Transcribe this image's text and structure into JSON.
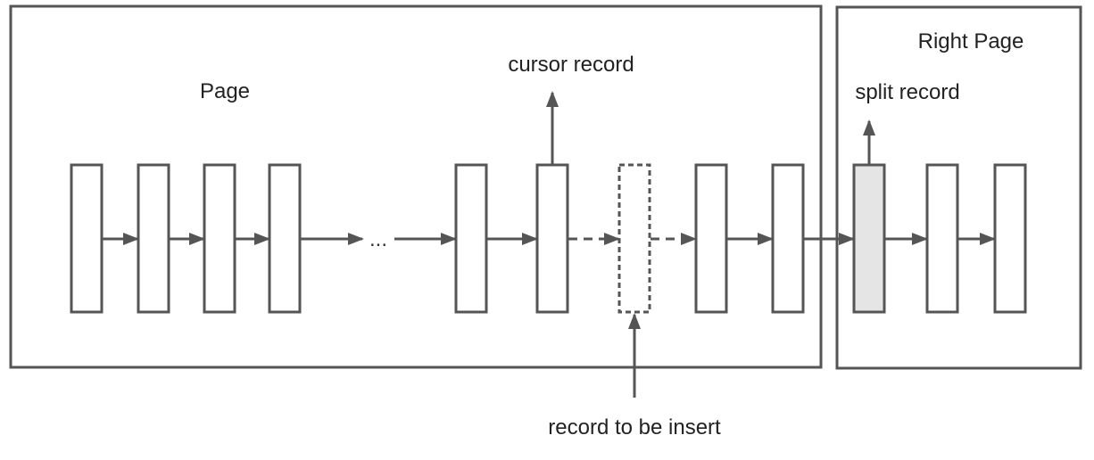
{
  "labels": {
    "page": "Page",
    "right_page": "Right Page",
    "cursor_record": "cursor record",
    "split_record": "split record",
    "insert_record": "record to be insert",
    "ellipsis": "..."
  },
  "colors": {
    "stroke": "#555555",
    "split_fill": "#e5e5e5",
    "background": "#ffffff"
  }
}
